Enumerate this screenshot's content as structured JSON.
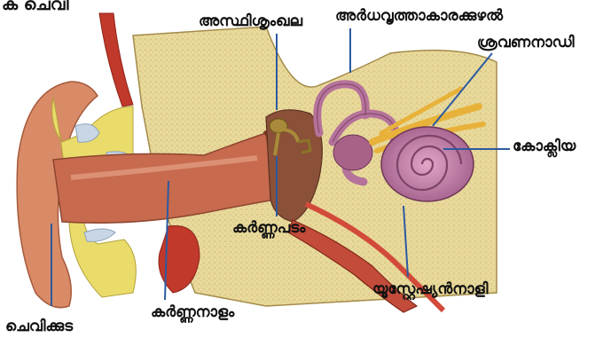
{
  "figure": {
    "partial_title": "ക ചെവി",
    "labels": {
      "ossicles": "അസ്ഥിശൃംഖല",
      "semicircular_canals": "അർധവൃത്താകാരക്കുഴൽ",
      "auditory_nerve": "ശ്രവണനാഡി",
      "cochlea": "കോക്ലിയ",
      "eardrum": "കർണ്ണപടം",
      "eustachian_tube": "യൂസ്റ്റേഷ്യൻനാളി",
      "ear_canal": "കർണ്ണനാളം",
      "pinna": "ചെവിക്കുട"
    },
    "colors": {
      "bone": "#e8d99b",
      "skin": "#d98b68",
      "canal": "#c76a4d",
      "cochlea": "#b5729a",
      "nerve": "#e8b23a",
      "vessel": "#c0392b",
      "leader": "#2c5aa0"
    }
  }
}
